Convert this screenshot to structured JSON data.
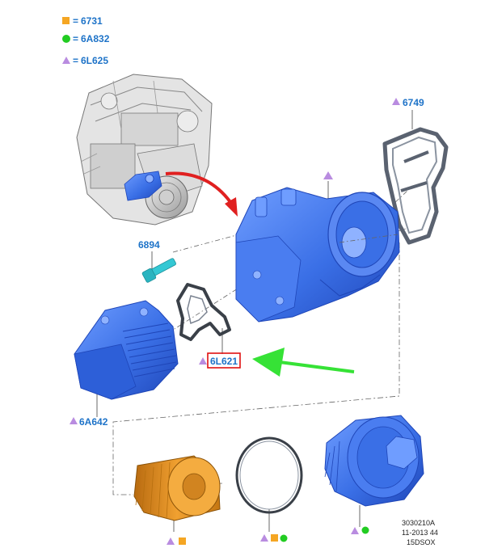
{
  "legend": [
    {
      "symbol": "square",
      "color": "#f5a623",
      "code": "6731"
    },
    {
      "symbol": "circle",
      "color": "#22cc22",
      "code": "6A832"
    },
    {
      "symbol": "triangle",
      "color": "#b98ce0",
      "code": "6L625"
    }
  ],
  "legend_eq": "=",
  "labels": {
    "cover_gasket": "6749",
    "bolt": "6894",
    "gasket": "6L621",
    "cooler": "6A642"
  },
  "reference": {
    "line1": "3030210A",
    "line2": "11-2013 44",
    "line3": "15DSOX"
  },
  "colors": {
    "part_blue": "#3a6fe6",
    "part_blue_dark": "#1f46b8",
    "filter_orange": "#e5901e",
    "callout_arrow": "#e02020",
    "pointer_arrow": "#36e236",
    "highlight_box": "#e01010",
    "label_blue": "#1e73c8",
    "triangle": "#b98ce0",
    "square": "#f5a623",
    "circle": "#22cc22"
  }
}
